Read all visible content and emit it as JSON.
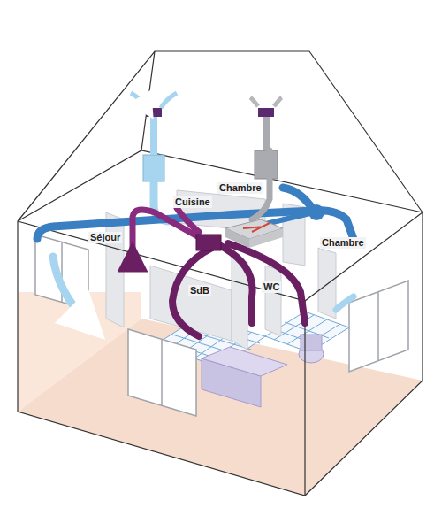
{
  "diagram": {
    "labels": [
      "Chambre",
      "Cuisine",
      "Séjour",
      "Chambre",
      "WC",
      "SdB"
    ]
  }
}
